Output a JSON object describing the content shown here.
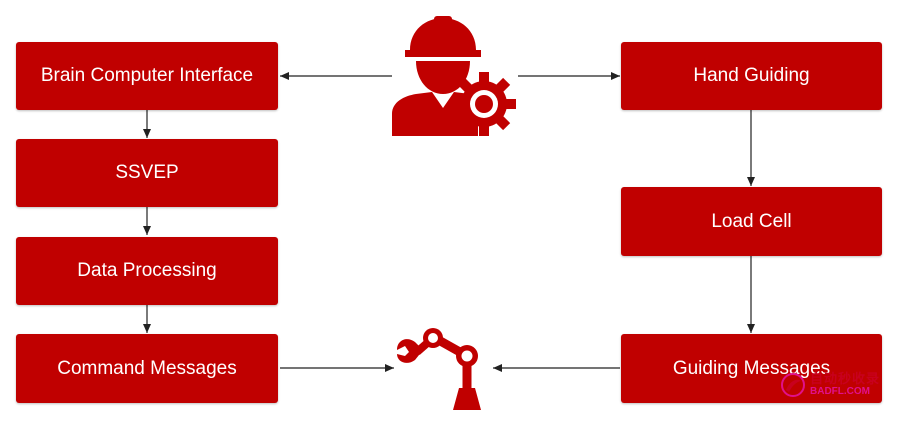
{
  "colors": {
    "box": "#c00000",
    "text": "#ffffff",
    "arrow": "#222222",
    "icon": "#c00000"
  },
  "left_column": {
    "bci": "Brain Computer Interface",
    "ssvep": "SSVEP",
    "data_processing": "Data Processing",
    "command_messages": "Command Messages"
  },
  "right_column": {
    "hand_guiding": "Hand Guiding",
    "load_cell": "Load Cell",
    "guiding_messages": "Guiding Messages"
  },
  "icons": {
    "top": "worker-with-gear-icon",
    "bottom": "robot-arm-icon"
  },
  "watermark": {
    "line1": "自动秒收录",
    "line2": "BADFL.COM"
  }
}
